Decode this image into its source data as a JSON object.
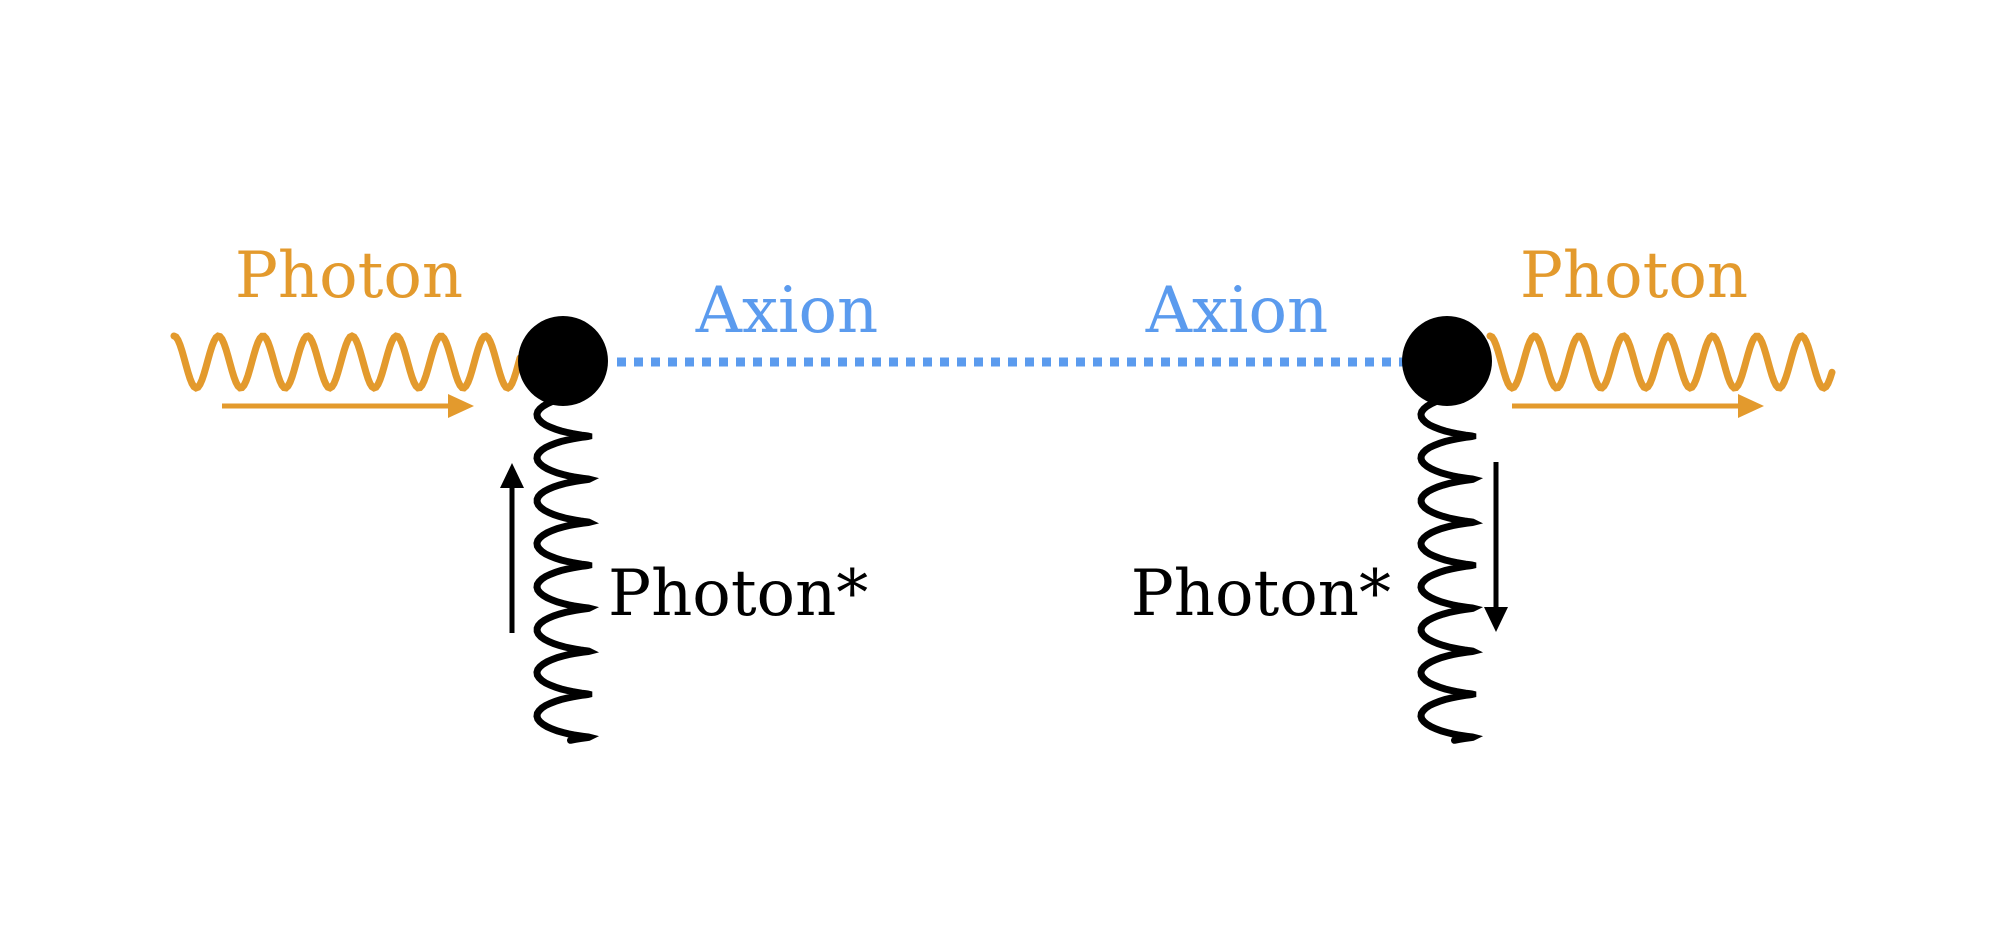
{
  "colors": {
    "photon": "#e39a2d",
    "axion": "#5b9bee",
    "virtual": "#000000",
    "vertex": "#000000",
    "background": "#ffffff"
  },
  "labels": {
    "photon_in": "Photon",
    "axion_left": "Axion",
    "axion_right": "Axion",
    "photon_out": "Photon",
    "virtual_left": "Photon*",
    "virtual_right": "Photon*"
  }
}
